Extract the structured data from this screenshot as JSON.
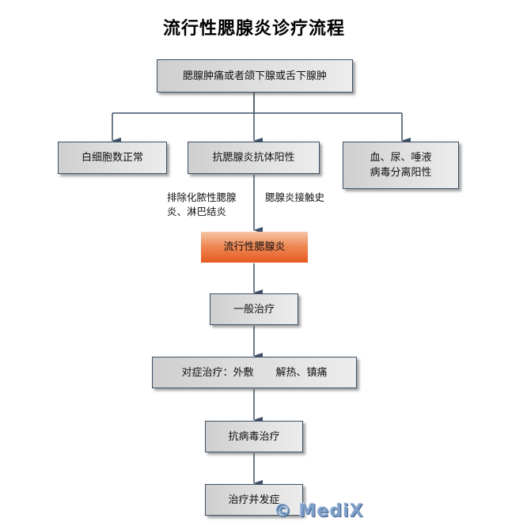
{
  "title": "流行性腮腺炎诊疗流程",
  "nodes": {
    "start": "腮腺肿痛或者颌下腺或舌下腺肿",
    "wbc_normal": "白细胞数正常",
    "antibody_positive": "抗腮腺炎抗体阳性",
    "virus_isolation_line1": "血、尿、唾液",
    "virus_isolation_line2": "病毒分离阳性",
    "diagnosis": "流行性腮腺炎",
    "general_treatment": "一般治疗",
    "symptomatic_part1": "对症治疗：外敷",
    "symptomatic_part2": "解热、镇痛",
    "antiviral": "抗病毒治疗",
    "complications": "治疗并发症"
  },
  "notes": {
    "exclude_line1": "排除化脓性腮腺",
    "exclude_line2": "炎、淋巴结炎",
    "contact_history": "腮腺炎接触史"
  },
  "colors": {
    "connector": "#3c5068",
    "diagnosis_fill": "#e9652b"
  },
  "watermark": "© MediX"
}
